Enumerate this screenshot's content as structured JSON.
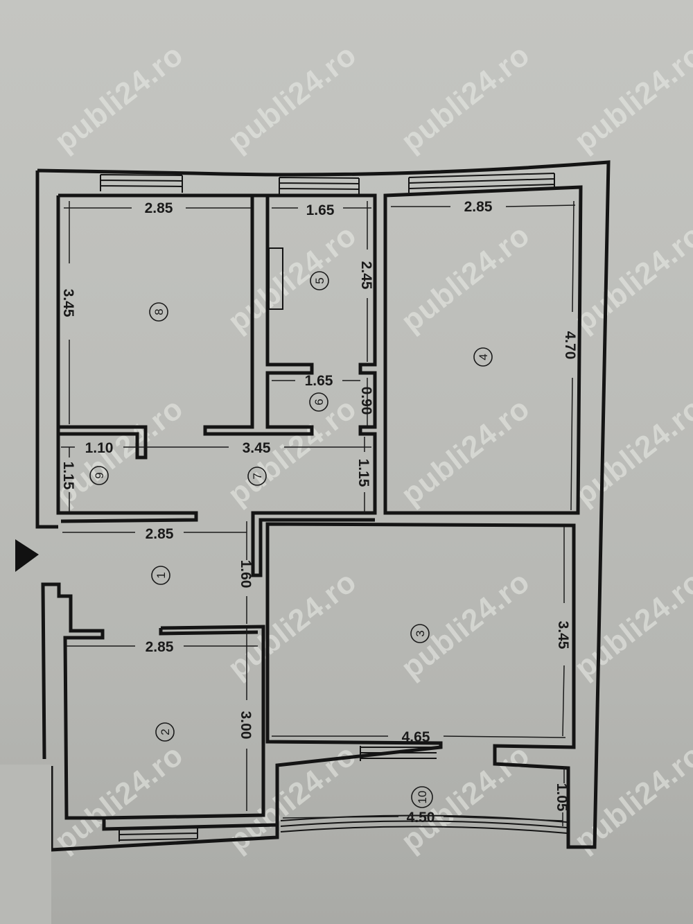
{
  "plan": {
    "type": "apartment floor plan",
    "entrance_marker": "entrance-arrow",
    "watermark": "publi24.ro",
    "colors": {
      "paper": "#bdbeba",
      "walls": "#141414",
      "watermark": "#e8e9e5"
    }
  },
  "rooms": [
    {
      "id": "1",
      "label": "1"
    },
    {
      "id": "2",
      "label": "2"
    },
    {
      "id": "3",
      "label": "3"
    },
    {
      "id": "4",
      "label": "4"
    },
    {
      "id": "5",
      "label": "5"
    },
    {
      "id": "6",
      "label": "6"
    },
    {
      "id": "7",
      "label": "7"
    },
    {
      "id": "8",
      "label": "8"
    },
    {
      "id": "9",
      "label": "9"
    },
    {
      "id": "10",
      "label": "10"
    }
  ],
  "dimensions": {
    "room8_width": "2.85",
    "room8_height": "3.45",
    "room5_width": "1.65",
    "room5_height": "2.45",
    "room6_width": "1.65",
    "room6_height": "0.90",
    "room4_width": "2.85",
    "room4_height": "4.70",
    "room9_width": "1.10",
    "room9_height": "1.15",
    "room7_width": "3.45",
    "room7_height": "1.15",
    "room1_width": "2.85",
    "room1_height": "1.60",
    "room2_width": "2.85",
    "room2_height": "3.00",
    "room3_width": "4.65",
    "room3_height": "3.45",
    "room10_width": "4.50",
    "room10_height": "1.05"
  }
}
